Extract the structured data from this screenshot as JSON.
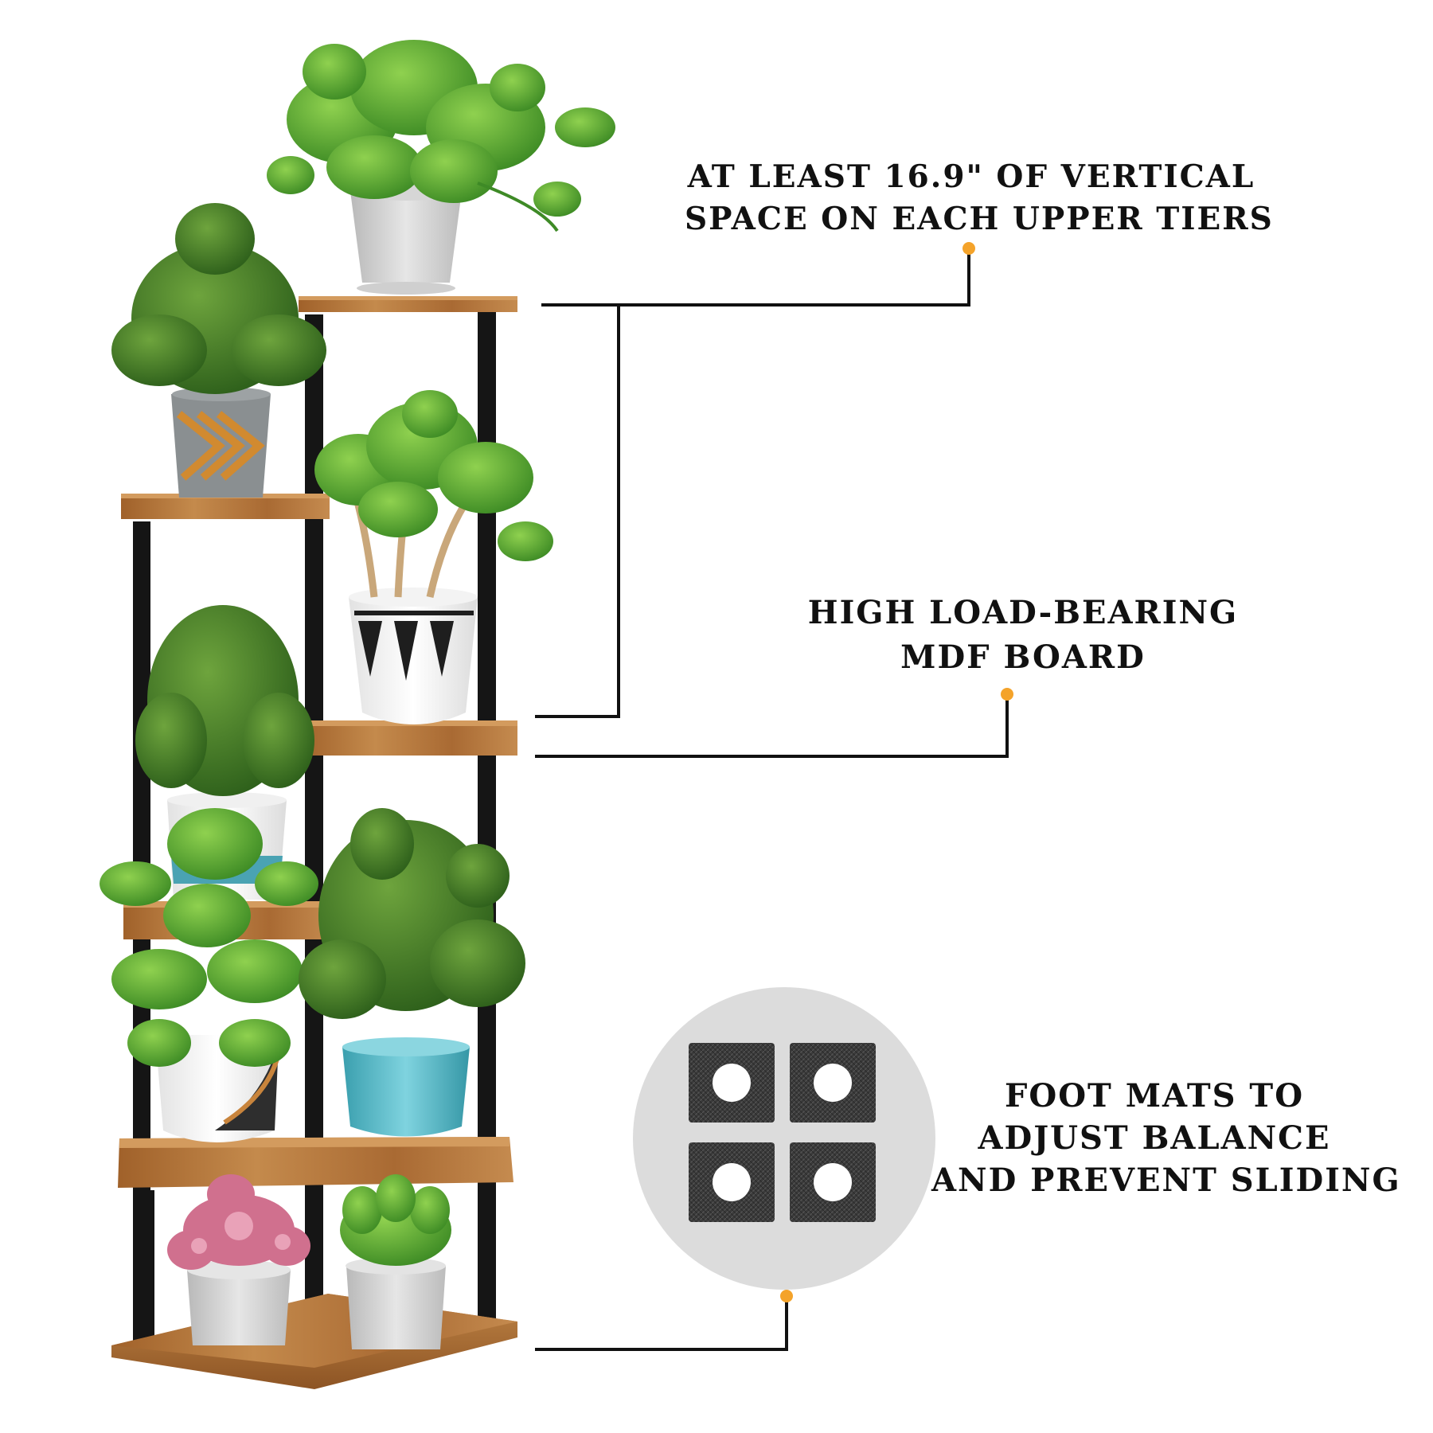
{
  "callouts": {
    "vertical_space": {
      "line1": "AT LEAST 16.9\" OF VERTICAL",
      "line2": "SPACE ON EACH UPPER TIERS"
    },
    "mdf_board": {
      "line1": "HIGH LOAD-BEARING",
      "line2": "MDF BOARD"
    },
    "foot_mats": {
      "line1": "FOOT MATS TO",
      "line2": "ADJUST BALANCE",
      "line3": "AND PREVENT SLIDING"
    }
  },
  "colors": {
    "background": "#ffffff",
    "text": "#111111",
    "leader_line": "#111111",
    "marker_dot": "#f4a32a",
    "wood": "#b5763d",
    "frame_tube": "#151515",
    "foot_mat": "#3a3a3a",
    "mat_inset_circle": "#dcdcdc"
  },
  "icons": {
    "leader_marker": "orange-dot",
    "foot_mat": "square-pad-with-round-hole"
  }
}
